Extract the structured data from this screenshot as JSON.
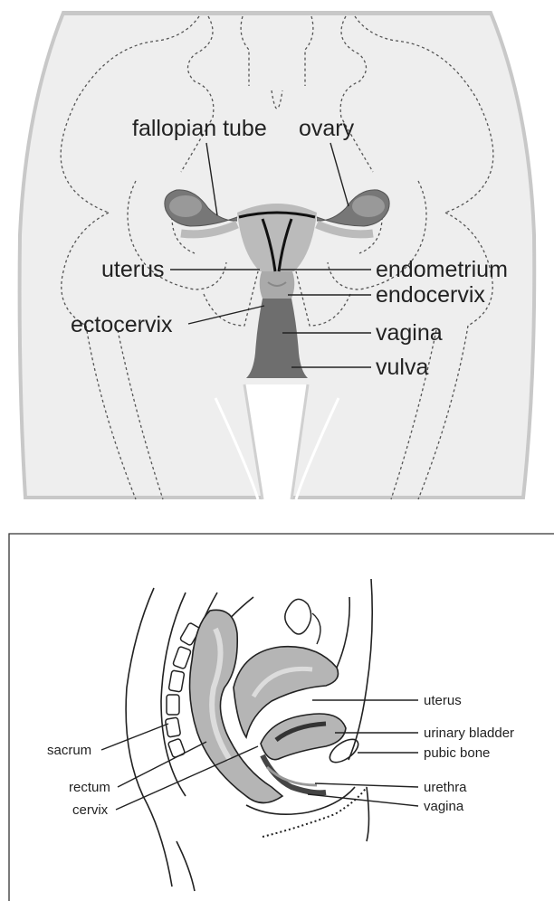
{
  "front_view": {
    "labels": {
      "fallopian_tube": "fallopian tube",
      "ovary": "ovary",
      "uterus": "uterus",
      "endometrium": "endometrium",
      "endocervix": "endocervix",
      "ectocervix": "ectocervix",
      "vagina": "vagina",
      "vulva": "vulva"
    },
    "colors": {
      "background": "#eeeeee",
      "organ_dark": "#777777",
      "organ_light": "#bbbbbb",
      "outline": "#c8c8c8"
    }
  },
  "side_view": {
    "labels": {
      "uterus": "uterus",
      "urinary_bladder": "urinary bladder",
      "pubic_bone": "pubic bone",
      "urethra": "urethra",
      "vagina": "vagina",
      "sacrum": "sacrum",
      "rectum": "rectum",
      "cervix": "cervix"
    },
    "colors": {
      "organ_fill": "#b5b5b5",
      "border": "#333333"
    }
  }
}
